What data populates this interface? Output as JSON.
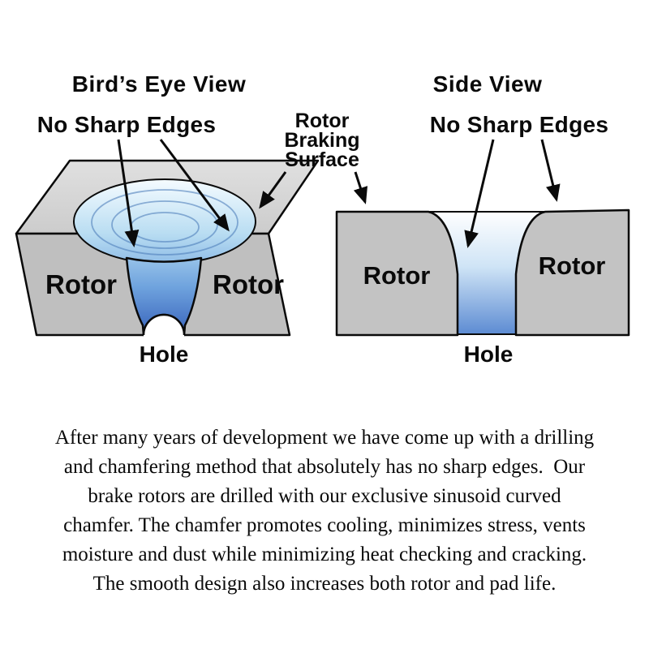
{
  "colors": {
    "red": "#e8231c",
    "text_black": "#0a0a0a",
    "rotor_gray_top": "#d9d9d9",
    "rotor_gray_front": "#bfbfbf",
    "chamfer_blue_light": "#f4fbff",
    "chamfer_blue_deep": "#3a66bd"
  },
  "diagram": {
    "birds_eye_title": "Bird’s Eye View",
    "side_title": "Side View",
    "no_sharp_edges_left": "No Sharp Edges",
    "no_sharp_edges_right": "No Sharp Edges",
    "rotor_braking_surface": {
      "line1": "Rotor",
      "line2": "Braking",
      "line3": "Surface"
    },
    "labels": {
      "rotor_birdseye_left": "Rotor",
      "rotor_birdseye_right": "Rotor",
      "rotor_side_left": "Rotor",
      "rotor_side_right": "Rotor",
      "hole_left": "Hole",
      "hole_right": "Hole"
    }
  },
  "paragraph": {
    "lines": [
      "After many years of development we have come up with a drilling",
      "and chamfering method that absolutely has no sharp edges.  Our",
      "brake rotors are drilled with our exclusive sinusoid curved",
      "chamfer. The chamfer promotes cooling, minimizes stress, vents",
      "moisture and dust while minimizing heat checking and cracking.",
      "The smooth design also increases both rotor and pad life."
    ]
  }
}
